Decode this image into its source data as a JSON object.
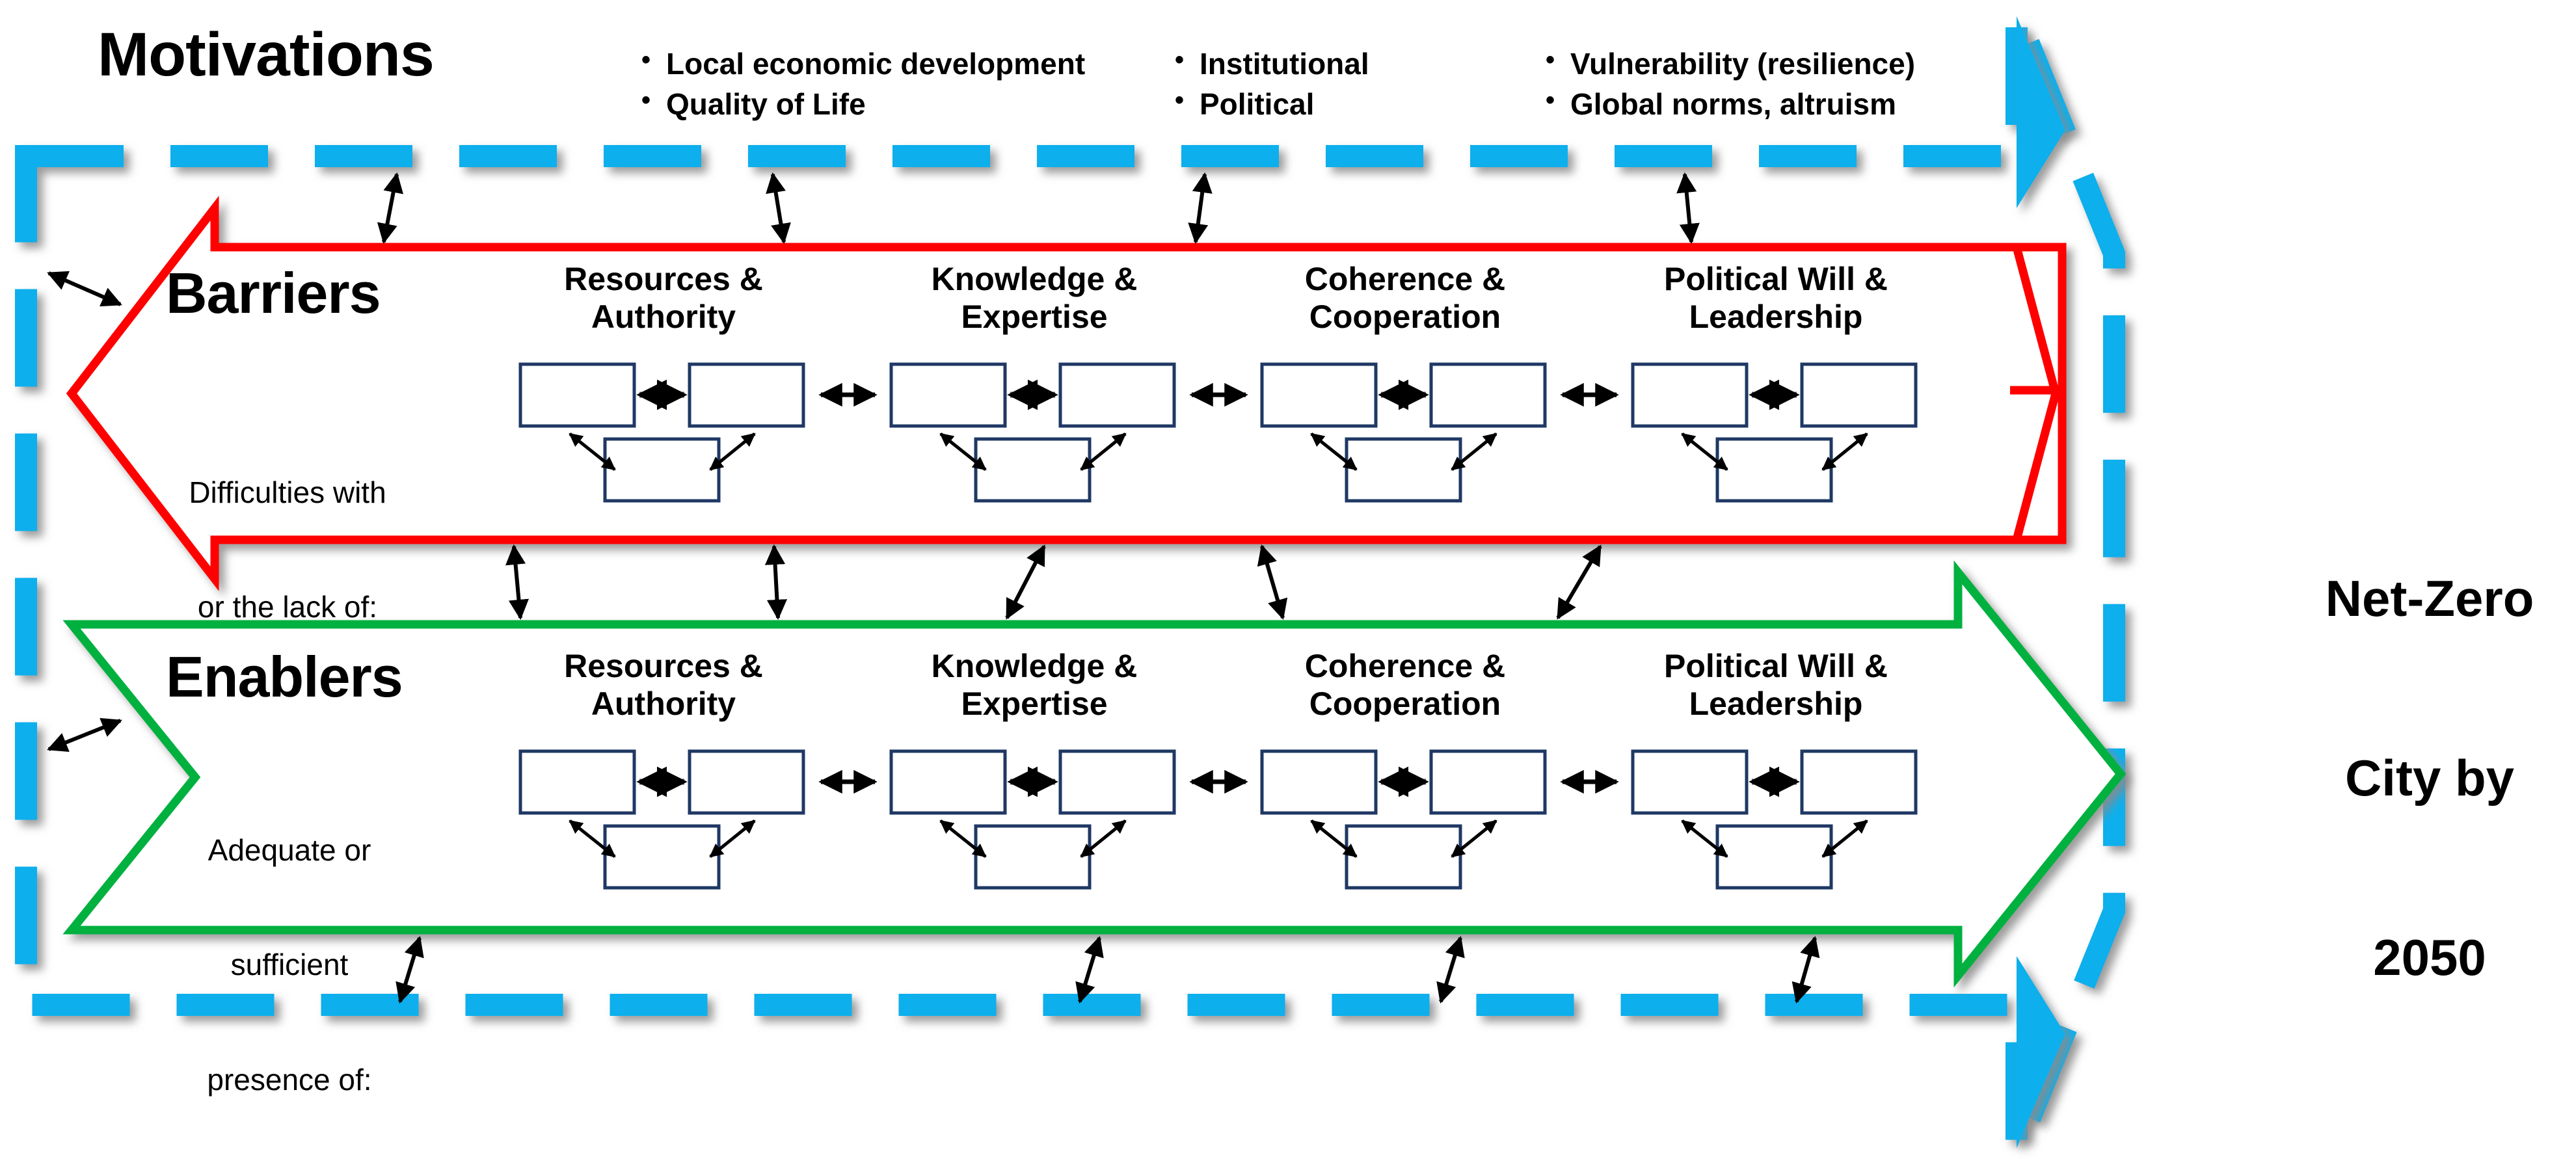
{
  "diagram": {
    "title_top": "Motivations",
    "goal_label": "Net-Zero\nCity by\n2050",
    "goal_lines": [
      "Net-Zero",
      "City by",
      "2050"
    ],
    "colors": {
      "motivation_blue": "#0BAFEC",
      "barrier_red": "#FF0000",
      "enabler_green": "#00B140",
      "box_border_navy": "#1F3864",
      "connector_black": "#000000",
      "shadow_gray": "#A6A6A6",
      "background": "#FFFFFF"
    }
  },
  "motivations": {
    "label": "Motivations",
    "bullet_groups": [
      {
        "items": [
          "Local economic development",
          "Quality of Life"
        ]
      },
      {
        "items": [
          "Institutional",
          "Political"
        ]
      },
      {
        "items": [
          "Vulnerability (resilience)",
          "Global norms, altruism"
        ]
      }
    ]
  },
  "barriers": {
    "title": "Barriers",
    "subtitle_lines": [
      "Difficulties with",
      "or the lack of:"
    ],
    "arrow_direction": "left",
    "outline_color": "#FF0000",
    "clusters": [
      {
        "title_lines": [
          "Resources &",
          "Authority"
        ],
        "boxes": 3
      },
      {
        "title_lines": [
          "Knowledge &",
          "Expertise"
        ],
        "boxes": 3
      },
      {
        "title_lines": [
          "Coherence &",
          "Cooperation"
        ],
        "boxes": 3
      },
      {
        "title_lines": [
          "Political Will &",
          "Leadership"
        ],
        "boxes": 3
      }
    ]
  },
  "enablers": {
    "title": "Enablers",
    "subtitle_lines": [
      "Adequate or",
      "sufficient",
      "presence of:"
    ],
    "arrow_direction": "right",
    "outline_color": "#00B140",
    "clusters": [
      {
        "title_lines": [
          "Resources &",
          "Authority"
        ],
        "boxes": 3
      },
      {
        "title_lines": [
          "Knowledge &",
          "Expertise"
        ],
        "boxes": 3
      },
      {
        "title_lines": [
          "Coherence &",
          "Cooperation"
        ],
        "boxes": 3
      },
      {
        "title_lines": [
          "Political Will &",
          "Leadership"
        ],
        "boxes": 3
      }
    ]
  },
  "goal": {
    "lines": [
      "Net-Zero",
      "City by",
      "2050"
    ],
    "container": "blue dashed right-pointing arrow"
  },
  "connectors": {
    "motivations_to_barriers_count": 4,
    "barriers_to_enablers_count": 5,
    "enablers_to_motivations_count": 4,
    "left_edge_count": 2,
    "style": "double-headed"
  }
}
